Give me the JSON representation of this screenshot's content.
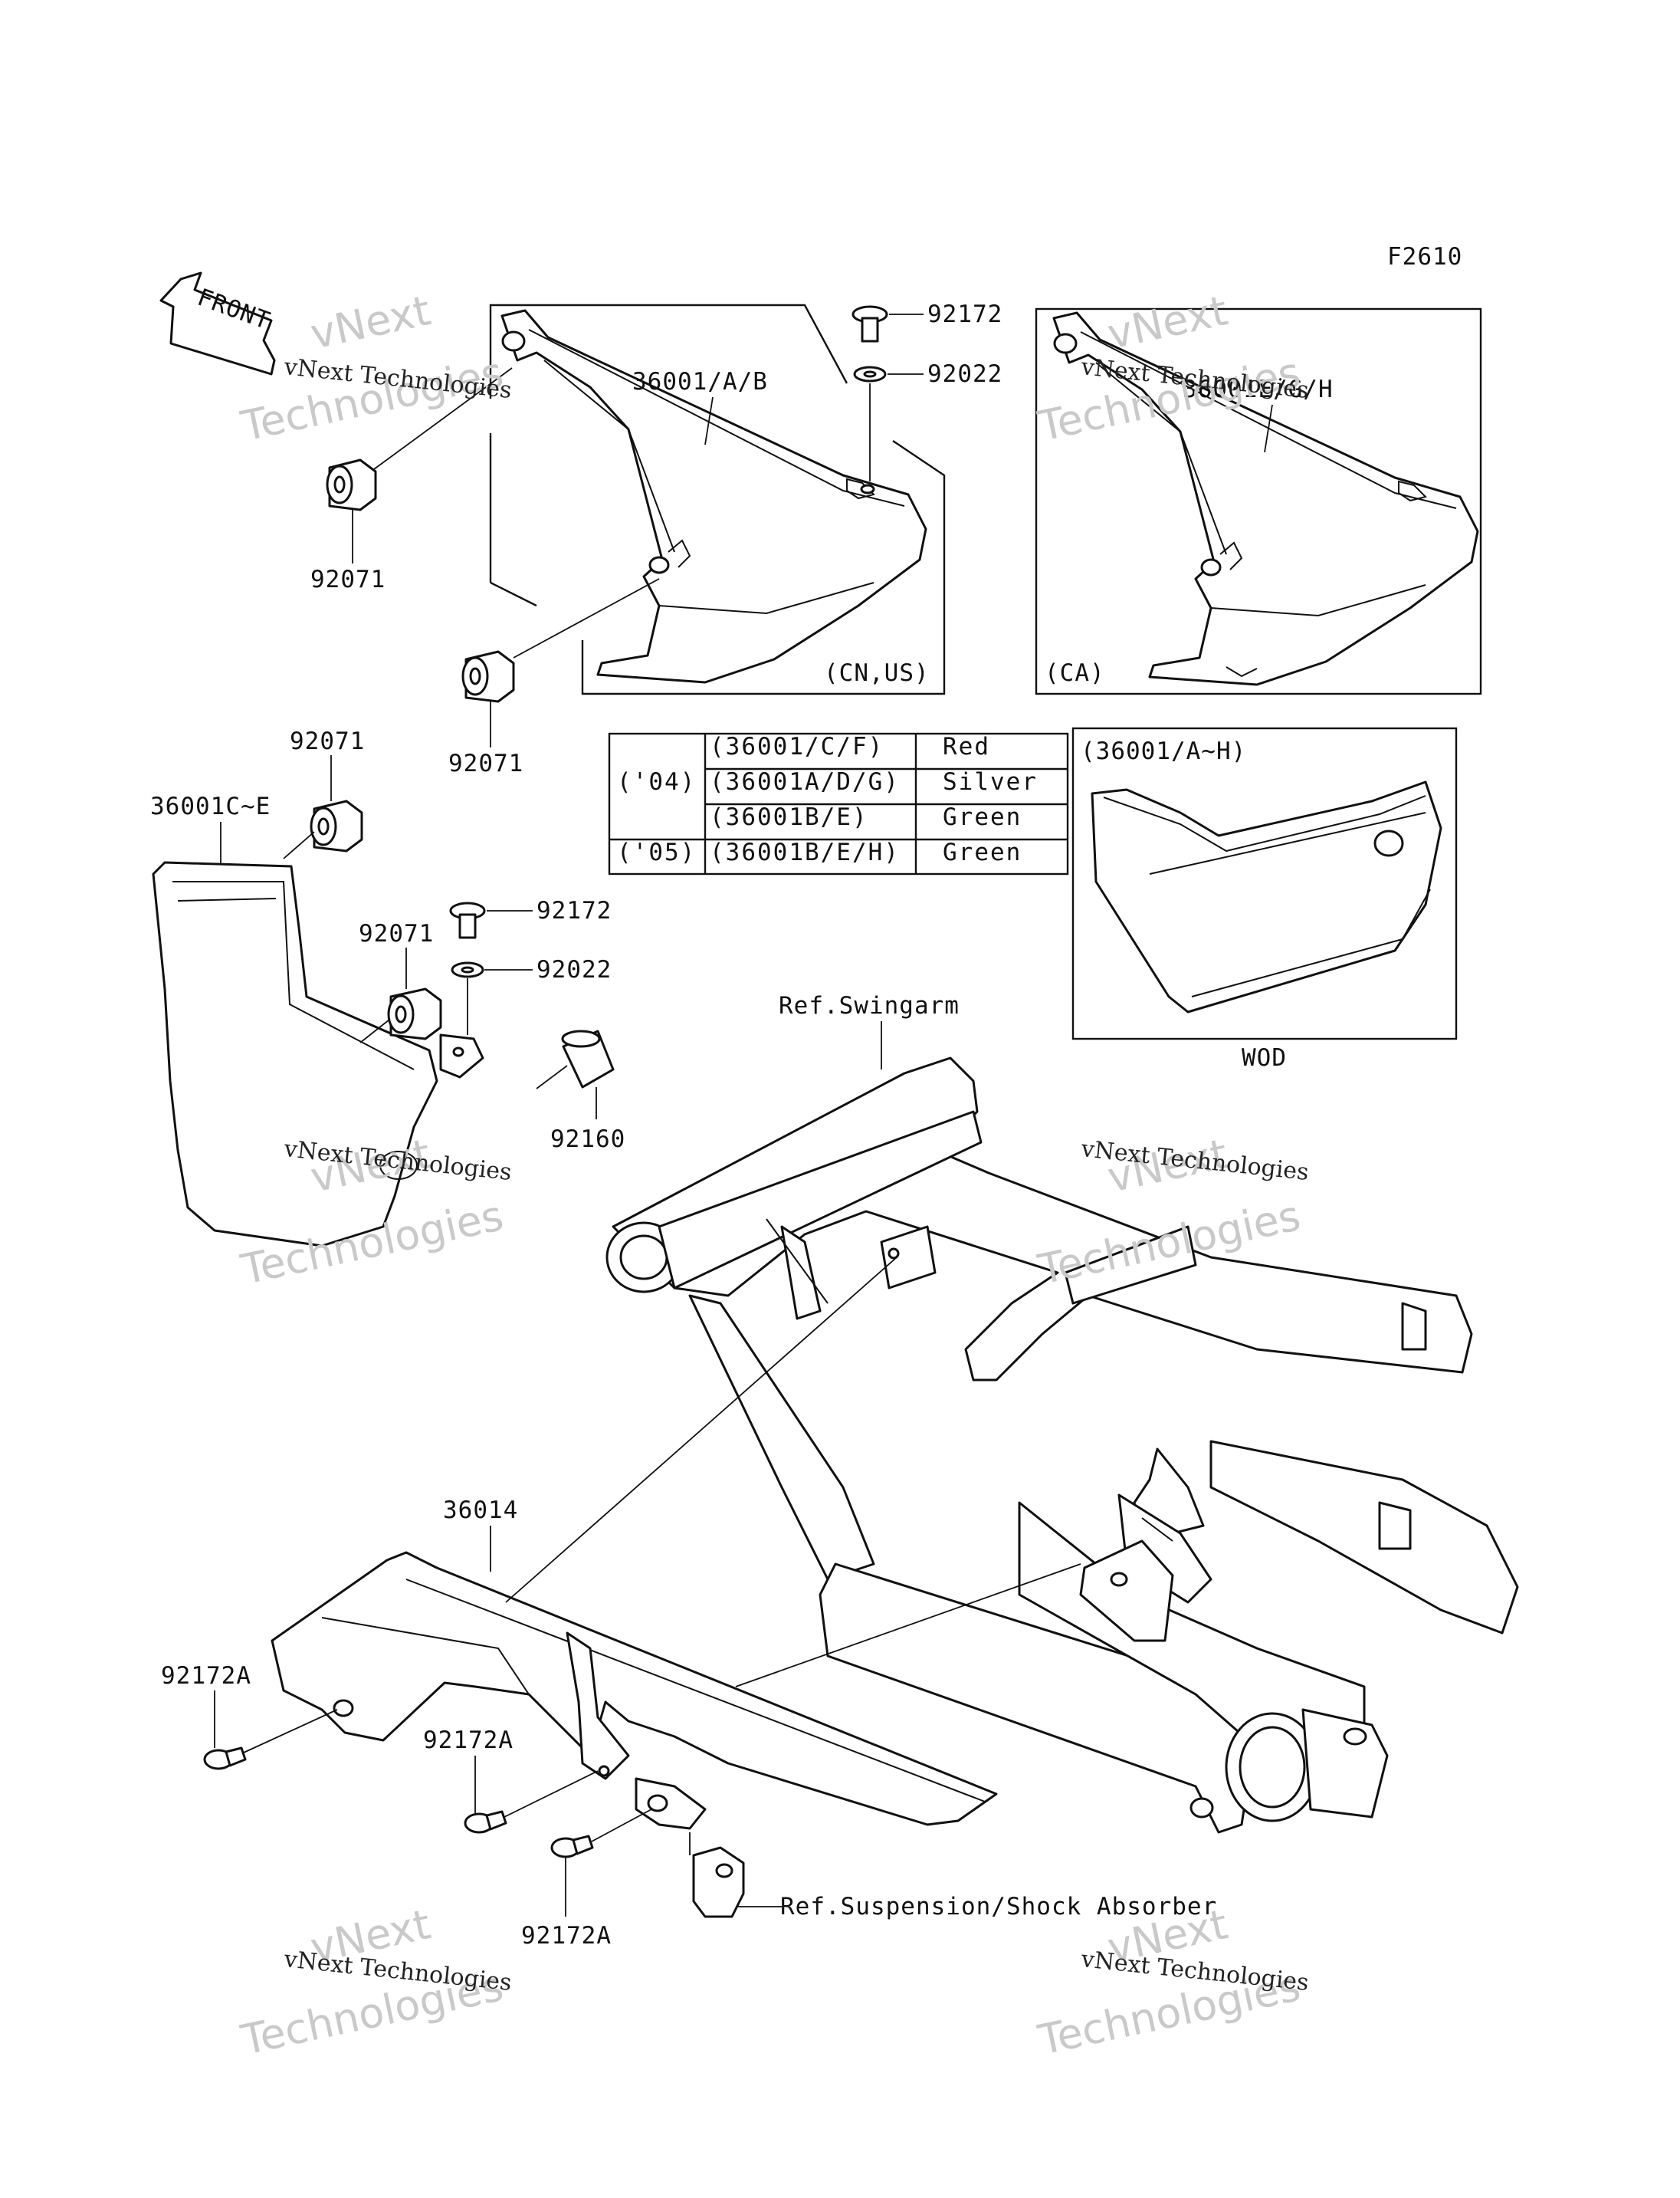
{
  "figure_code": "F2610",
  "front_arrow_label": "FRONT",
  "watermark": {
    "brand": "vNext Technologies",
    "line1": "vNext",
    "line2": "Technologies"
  },
  "part_labels": {
    "cover_cn_us": "36001/A/B",
    "cover_ca": "36001E/G/H",
    "screw_top": "92172",
    "washer_top": "92022",
    "grommet_upper_left": "92071",
    "grommet_lower_mid": "92071",
    "grommet_left_col": "92071",
    "grommet_left_lower": "92071",
    "cover_left": "36001C~E",
    "screw_mid": "92172",
    "washer_mid": "92022",
    "collar": "92160",
    "chain_guard": "36014",
    "bolt_a1": "92172A",
    "bolt_a2": "92172A",
    "bolt_a3": "92172A"
  },
  "box_tags": {
    "cn_us": "(CN,US)",
    "ca": "(CA)",
    "wod_header": "(36001/A~H)",
    "wod_caption": "WOD"
  },
  "references": {
    "swingarm": "Ref.Swingarm",
    "suspension": "Ref.Suspension/Shock Absorber"
  },
  "color_table": {
    "rows": [
      {
        "year": "('04)",
        "part": "(36001/C/F)",
        "color": "Red"
      },
      {
        "year": "",
        "part": "(36001A/D/G)",
        "color": "Silver"
      },
      {
        "year": "",
        "part": "(36001B/E)",
        "color": "Green"
      },
      {
        "year": "('05)",
        "part": "(36001B/E/H)",
        "color": "Green"
      }
    ]
  }
}
